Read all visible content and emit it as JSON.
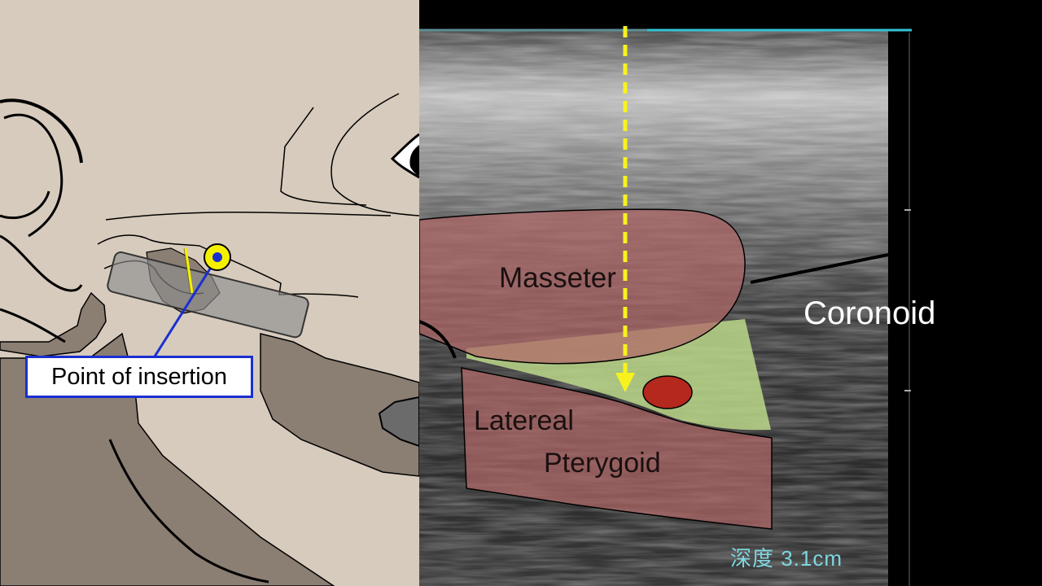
{
  "left_panel": {
    "insertion_label": "Point of insertion",
    "colors": {
      "background": "#d7cbbd",
      "bone_dark": "#8b7e73",
      "label_border": "#1a2fd0",
      "target_yellow": "#f5f000"
    }
  },
  "right_panel": {
    "labels": {
      "masseter": "Masseter",
      "lateral_line1": "Latereal",
      "lateral_line2": "Pterygoid",
      "coronoid": "Coronoid",
      "depth": "深度 3.1cm"
    },
    "colors": {
      "muscle": "#b06666",
      "fat_space": "#bcd88a",
      "vessel": "#b4281e",
      "needle_path": "#f7f21e"
    }
  }
}
